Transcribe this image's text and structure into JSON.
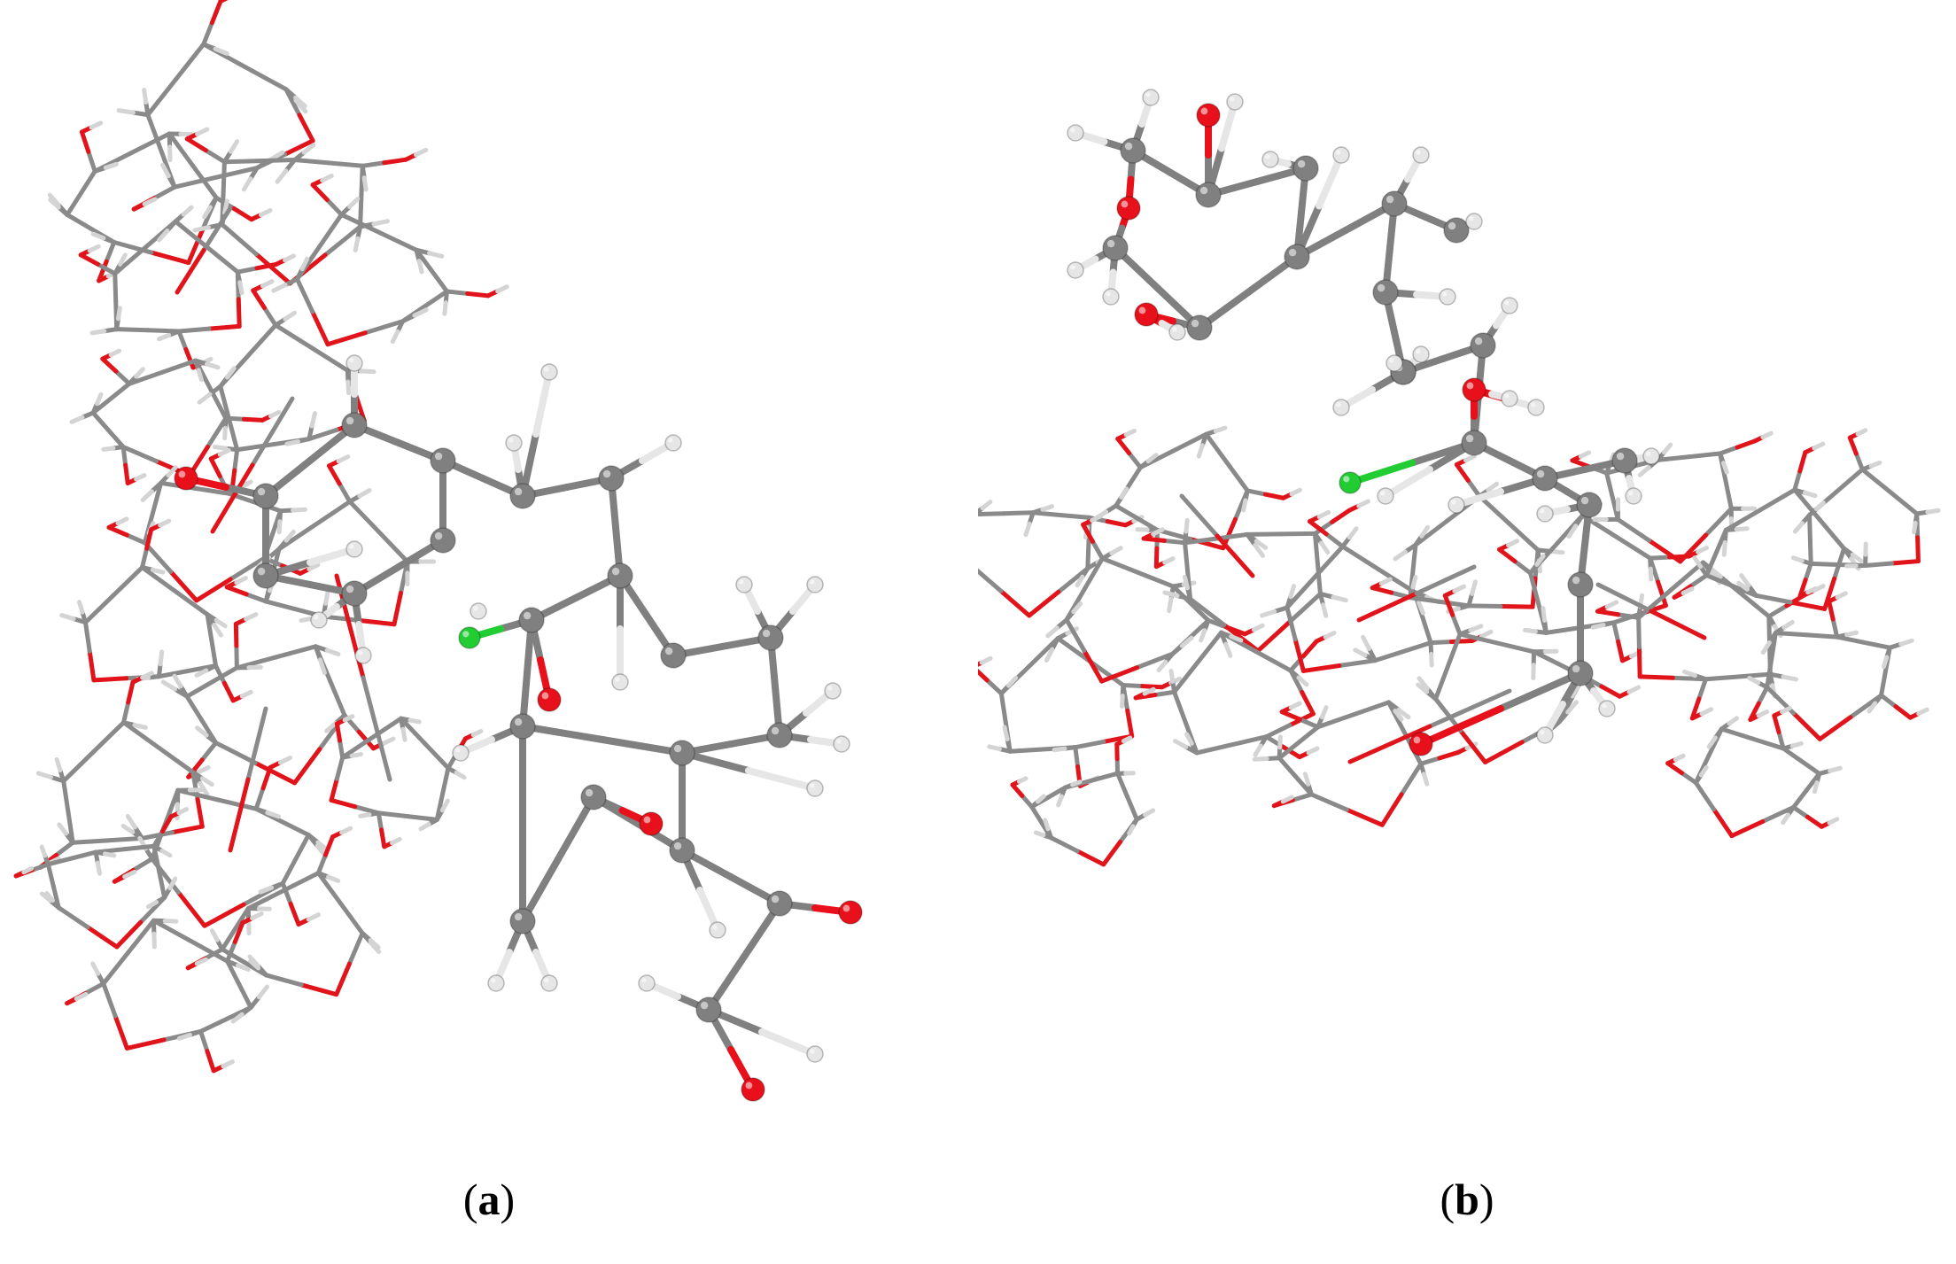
{
  "figure": {
    "panels": [
      {
        "id": "a",
        "caption_open": "(",
        "caption_letter": "a",
        "caption_close": ")"
      },
      {
        "id": "b",
        "caption_open": "(",
        "caption_letter": "b",
        "caption_close": ")"
      }
    ]
  },
  "colors": {
    "carbon": "#808080",
    "oxygen": "#e8101a",
    "hydrogen": "#e6e6e6",
    "chlorine": "#22cc33",
    "wire_carbon": "#8a8a8a",
    "wire_oxygen": "#e0141a",
    "wire_hydrogen": "#d4d4d4"
  }
}
